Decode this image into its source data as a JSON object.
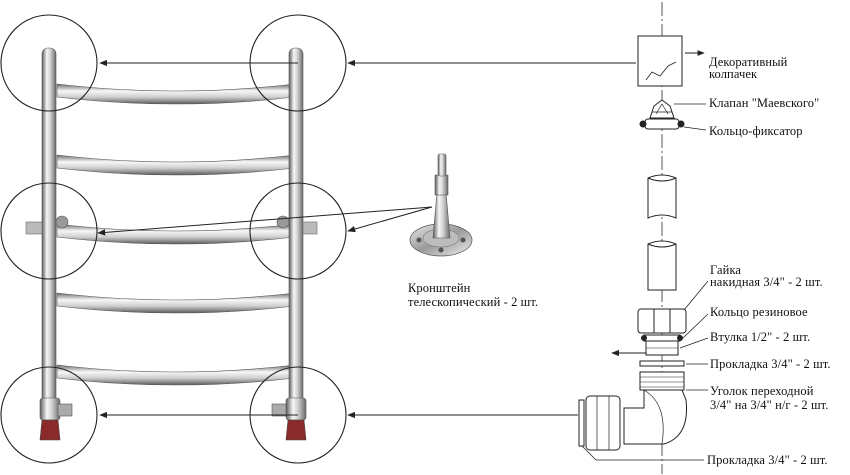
{
  "labels": {
    "decorative_cap_line1": "Декоративный",
    "decorative_cap_line2": "колпачек",
    "mayevsky_valve": "Клапан \"Маевского\"",
    "retaining_ring": "Кольцо-фиксатор",
    "bracket_line1": "Кронштейн",
    "bracket_line2": "телескопический - 2 шт.",
    "union_nut_line1": "Гайка",
    "union_nut_line2": "накидная 3/4\" - 2 шт.",
    "rubber_ring": "Кольцо резиновое",
    "bushing": "Втулка 1/2\" - 2 шт.",
    "gasket_upper": "Прокладка 3/4\" - 2 шт.",
    "adapter_elbow_line1": "Уголок переходной",
    "adapter_elbow_line2": "3/4\" на 3/4\" н/г - 2 шт.",
    "gasket_lower": "Прокладка 3/4\" - 2 шт."
  },
  "colors": {
    "line": "#222222",
    "steel_dark": "#6e6e6e",
    "steel_light": "#f2f2f2",
    "axis": "#444444"
  }
}
